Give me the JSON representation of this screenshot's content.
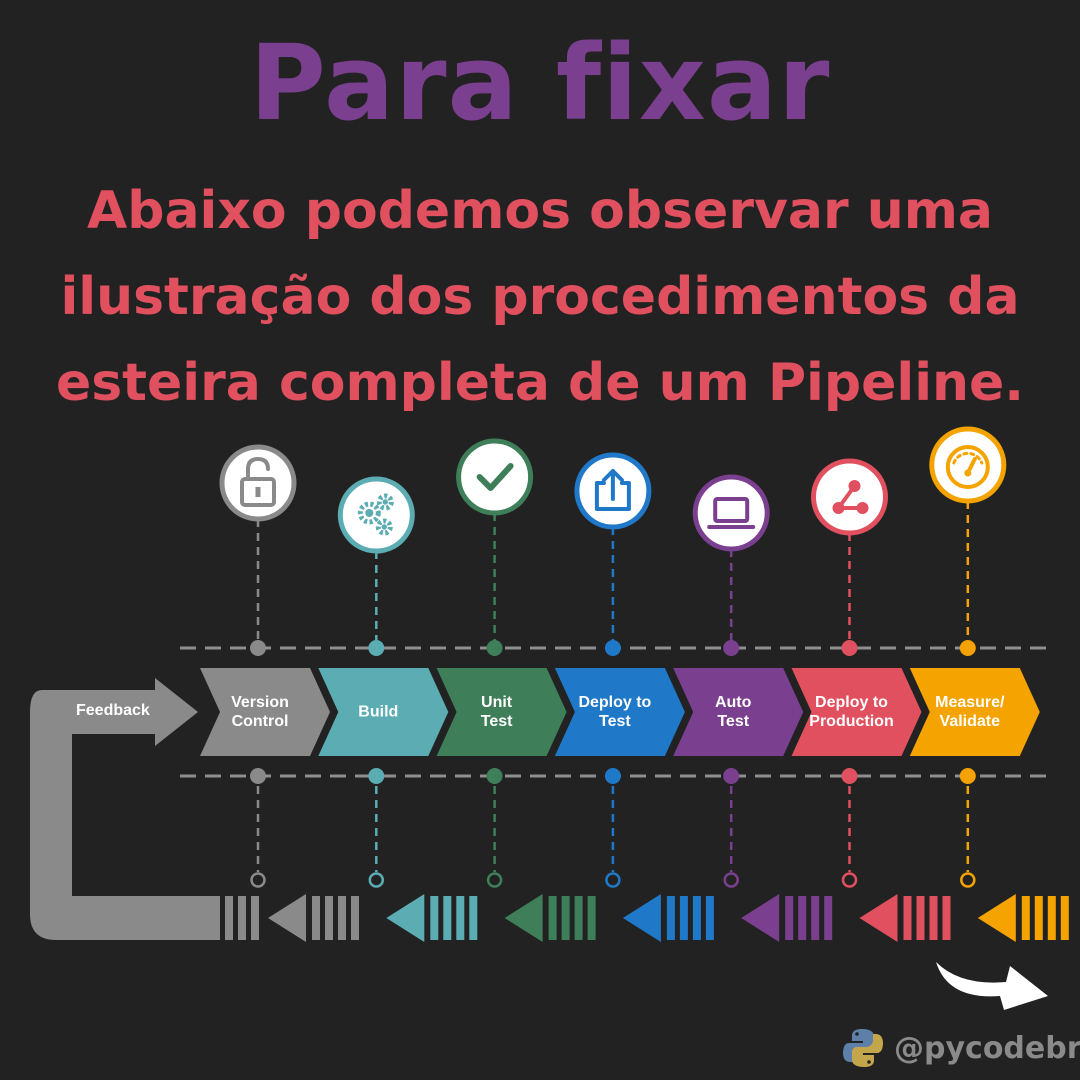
{
  "header": {
    "title": "Para fixar",
    "subtitle_lines": [
      "Abaixo podemos observar uma",
      "ilustração dos procedimentos da",
      "esteira completa de um Pipeline."
    ]
  },
  "pipeline": {
    "feedback_label": "Feedback",
    "steps": [
      {
        "label": "Version\nControl",
        "color": "#8a8a8a",
        "icon": "unlocked-padlock-icon"
      },
      {
        "label": "Build",
        "color": "#5bacb3",
        "icon": "gears-icon"
      },
      {
        "label": "Unit\nTest",
        "color": "#3e7f5a",
        "icon": "checkmark-icon"
      },
      {
        "label": "Deploy to\nTest",
        "color": "#1f78c8",
        "icon": "upload-icon"
      },
      {
        "label": "Auto\nTest",
        "color": "#7b3f8f",
        "icon": "laptop-icon"
      },
      {
        "label": "Deploy to\nProduction",
        "color": "#e0505f",
        "icon": "share-nodes-icon"
      },
      {
        "label": "Measure/\nValidate",
        "color": "#f5a300",
        "icon": "gauge-icon"
      }
    ]
  },
  "brand": {
    "handle": "@pycodebr",
    "logo_icon": "python-logo-icon"
  },
  "colors": {
    "background": "#222222",
    "title": "#7b3f8f",
    "subtitle": "#e0505f",
    "feedback": "#8a8a8a"
  }
}
